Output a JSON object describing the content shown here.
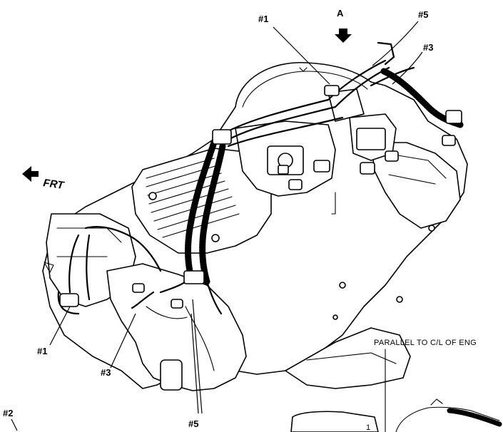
{
  "callouts": {
    "top_1": "#1",
    "top_5": "#5",
    "top_3": "#3",
    "bottom_1": "#1",
    "bottom_3": "#3",
    "bottom_5": "#5",
    "corner_2": "#2"
  },
  "view_label": "A",
  "direction_label": "FRT",
  "note_text": "PARALLEL TO C/L OF ENG",
  "inset_tag": "1"
}
